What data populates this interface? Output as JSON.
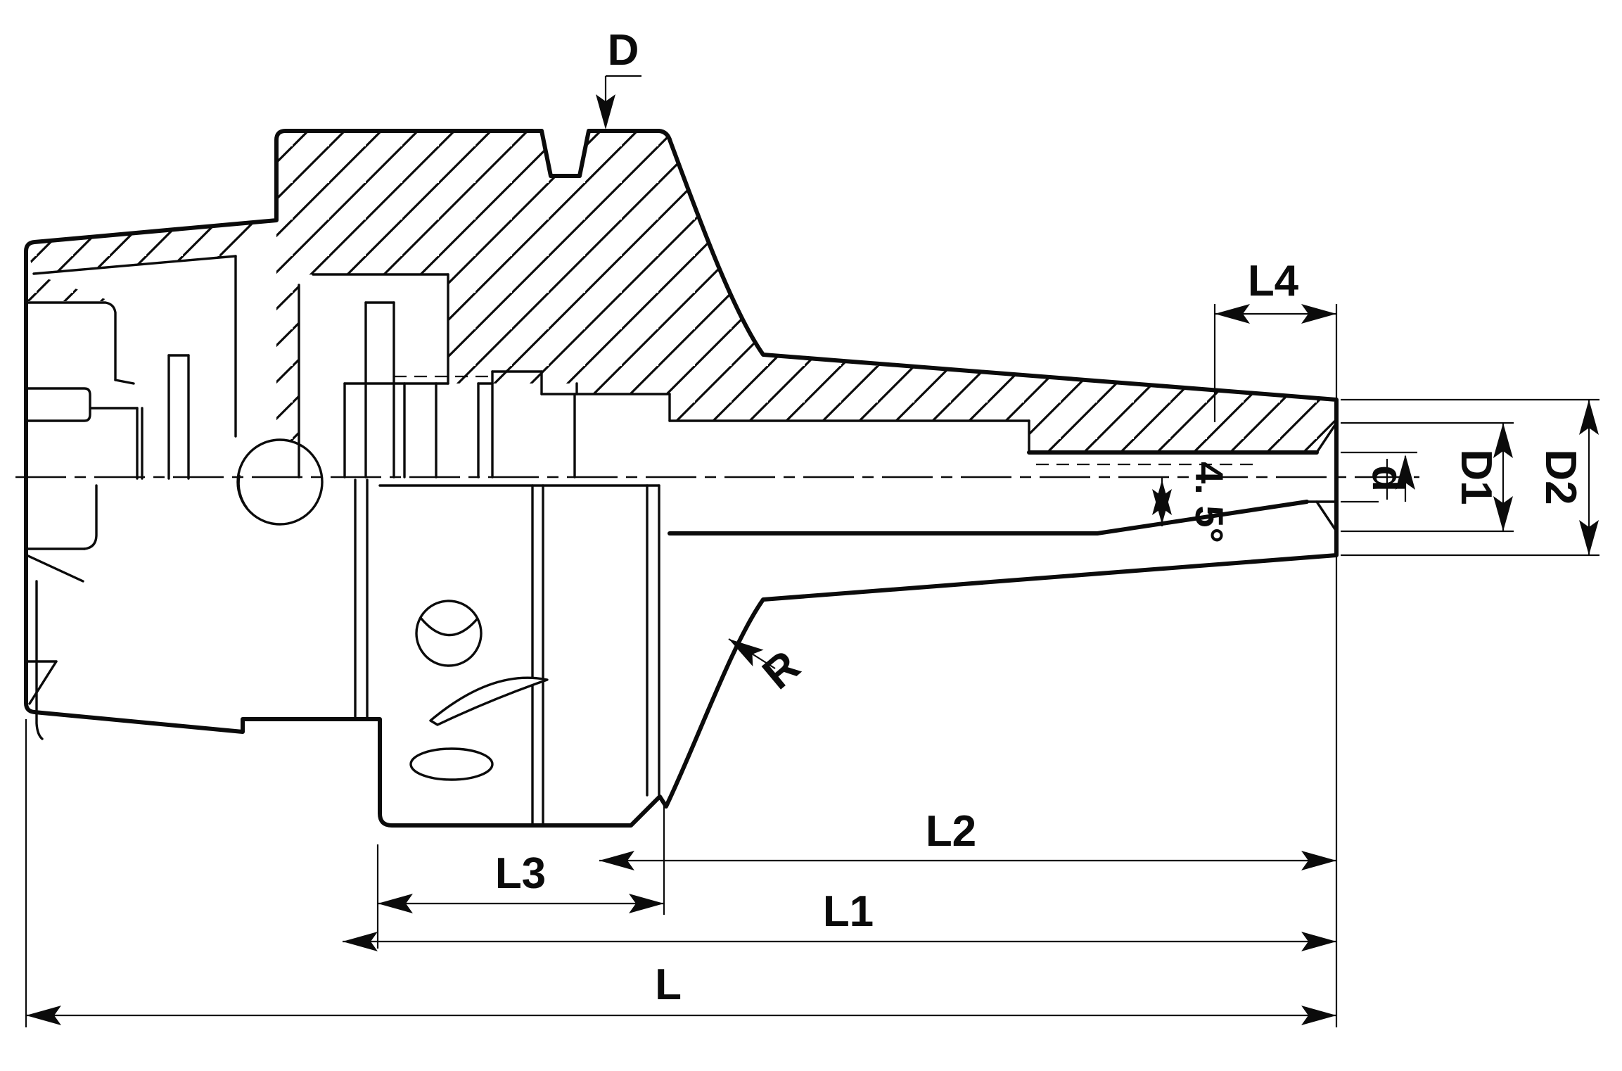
{
  "drawing": {
    "type": "technical-section-drawing",
    "subject": "shrink-fit tool holder with hollow taper shank",
    "labels": {
      "D": "D",
      "L4": "L4",
      "d": "d",
      "D1": "D1",
      "D2": "D2",
      "angle": "4. 5°",
      "R": "R",
      "L3": "L3",
      "L2": "L2",
      "L1": "L1",
      "L": "L"
    },
    "line_color": "#0b0b0b",
    "background_color": "#ffffff"
  }
}
